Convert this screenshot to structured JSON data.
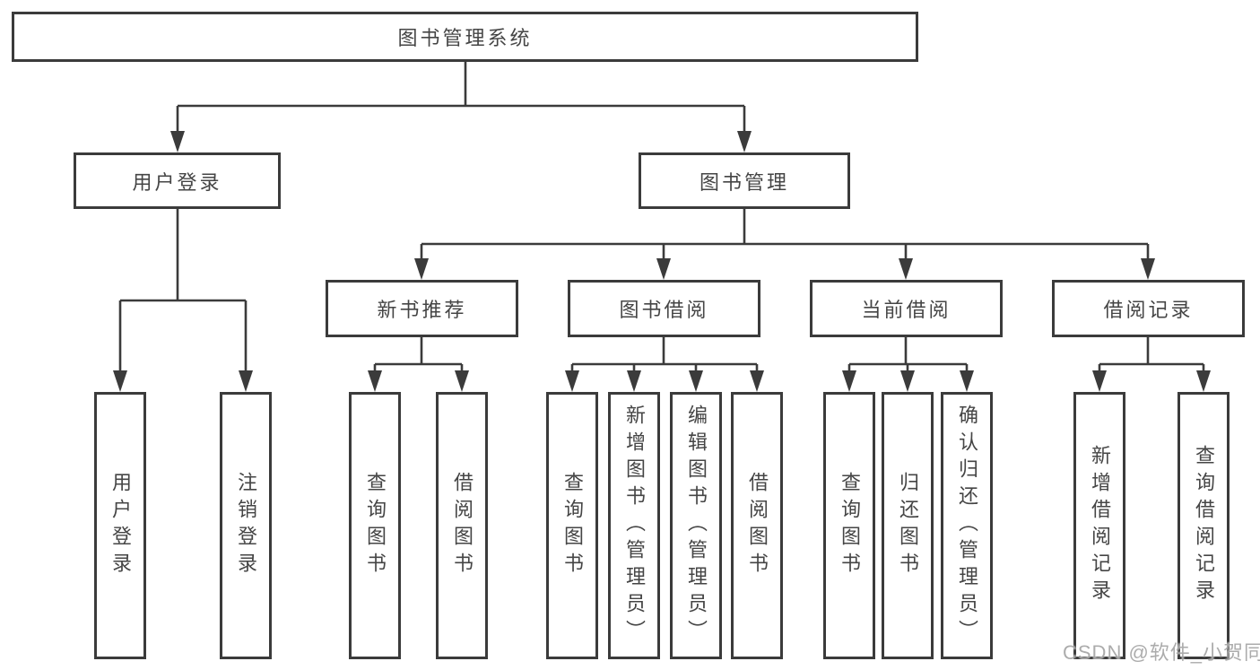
{
  "tree": {
    "root": {
      "label": "图书管理系统"
    },
    "branches": [
      {
        "label": "用户登录",
        "children": [
          {
            "label": "用户登录"
          },
          {
            "label": "注销登录"
          }
        ]
      },
      {
        "label": "图书管理",
        "children": [
          {
            "label": "新书推荐",
            "children": [
              {
                "label": "查询图书"
              },
              {
                "label": "借阅图书"
              }
            ]
          },
          {
            "label": "图书借阅",
            "children": [
              {
                "label": "查询图书"
              },
              {
                "label": "新增图书（管理员）"
              },
              {
                "label": "编辑图书（管理员）"
              },
              {
                "label": "借阅图书"
              }
            ]
          },
          {
            "label": "当前借阅",
            "children": [
              {
                "label": "查询图书"
              },
              {
                "label": "归还图书"
              },
              {
                "label": "确认归还（管理员）"
              }
            ]
          },
          {
            "label": "借阅记录",
            "children": [
              {
                "label": "新增借阅记录"
              },
              {
                "label": "查询借阅记录"
              }
            ]
          }
        ]
      }
    ]
  },
  "watermark": {
    "text": "CSDN @软件_小贺同学",
    "color": "#9e9e9e"
  },
  "colors": {
    "line": "#3b3b3b",
    "box_border": "#3b3b3b",
    "text": "#454545",
    "background": "#ffffff"
  }
}
